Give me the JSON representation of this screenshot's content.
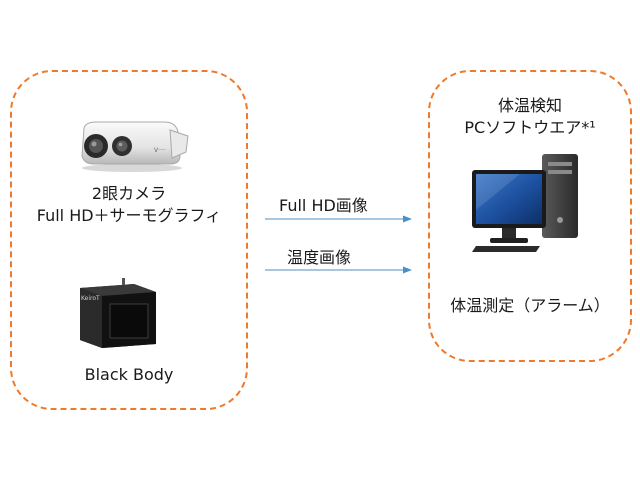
{
  "colors": {
    "dashed_border": "#f07a2a",
    "arrow": "#4a90c8",
    "text": "#1a1a1a"
  },
  "camera": {
    "icon": "thermal-camera-icon",
    "label_line1": "2眼カメラ",
    "label_line2": "Full HD＋サーモグラフィ"
  },
  "blackbody": {
    "icon": "black-body-device-icon",
    "device_text": "KeiroT",
    "label": "Black Body"
  },
  "software": {
    "icon": "desktop-pc-icon",
    "label_line1": "体温検知",
    "label_line2": "PCソフトウエア*¹"
  },
  "measurement": {
    "label": "体温測定（アラーム）"
  },
  "flows": [
    {
      "label": "Full HD画像"
    },
    {
      "label": "温度画像"
    }
  ]
}
